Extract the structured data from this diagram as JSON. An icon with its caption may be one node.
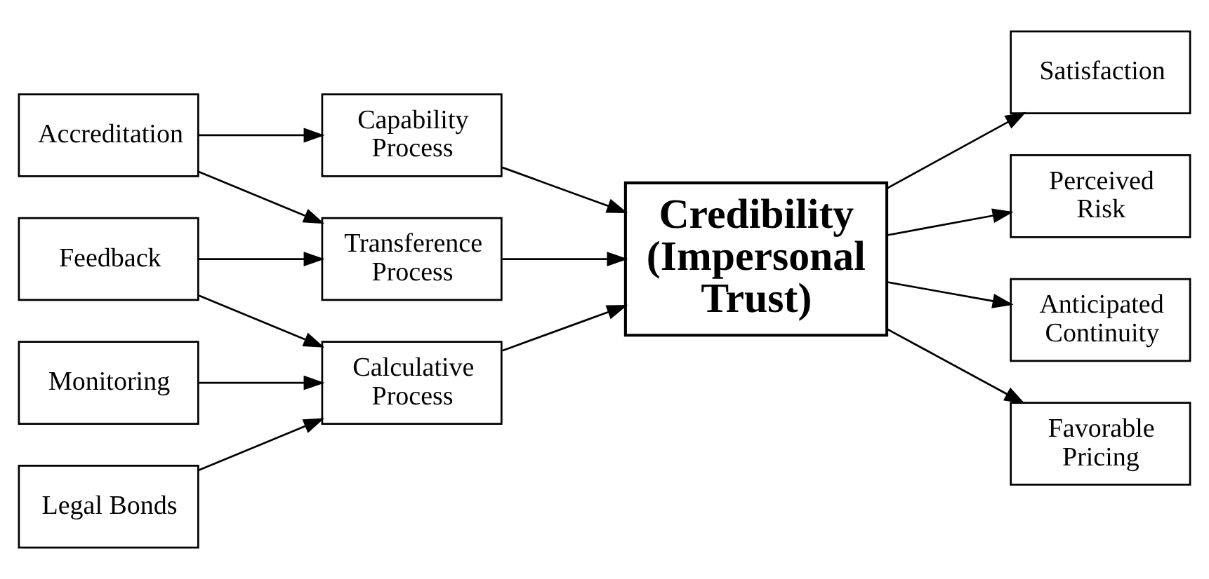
{
  "diagram": {
    "nodes": [
      {
        "text": [
          "Accreditation"
        ]
      },
      {
        "text": [
          "Feedback"
        ]
      },
      {
        "text": [
          "Monitoring"
        ]
      },
      {
        "text": [
          "Legal Bonds"
        ]
      },
      {
        "text": [
          "Capability Process"
        ]
      },
      {
        "text": [
          "Transference Process"
        ]
      },
      {
        "text": [
          "Calculative Process"
        ]
      },
      {
        "text": [
          "Credibility (Impersonal Trust)"
        ]
      },
      {
        "text": [
          "Satisfaction"
        ]
      },
      {
        "text": [
          "Perceived Risk"
        ]
      },
      {
        "text": [
          "Anticipated Continuity"
        ]
      },
      {
        "text": [
          "Favorable Pricing"
        ]
      }
    ],
    "edges": [
      {
        "from": 0,
        "to": 4,
        "arrow": "to"
      },
      {
        "from": 0,
        "to": 5,
        "arrow": "to"
      },
      {
        "from": 1,
        "to": 5,
        "arrow": "to"
      },
      {
        "from": 1,
        "to": 6,
        "arrow": "to"
      },
      {
        "from": 2,
        "to": 6,
        "arrow": "to"
      },
      {
        "from": 3,
        "to": 6,
        "arrow": "to"
      },
      {
        "from": 4,
        "to": 7,
        "arrow": "to"
      },
      {
        "from": 5,
        "to": 7,
        "arrow": "to"
      },
      {
        "from": 6,
        "to": 7,
        "arrow": "to"
      },
      {
        "from": 7,
        "to": 8,
        "arrow": "to"
      },
      {
        "from": 7,
        "to": 9,
        "arrow": "to"
      },
      {
        "from": 7,
        "to": 10,
        "arrow": "to"
      },
      {
        "from": 7,
        "to": 11,
        "arrow": "to"
      }
    ]
  }
}
